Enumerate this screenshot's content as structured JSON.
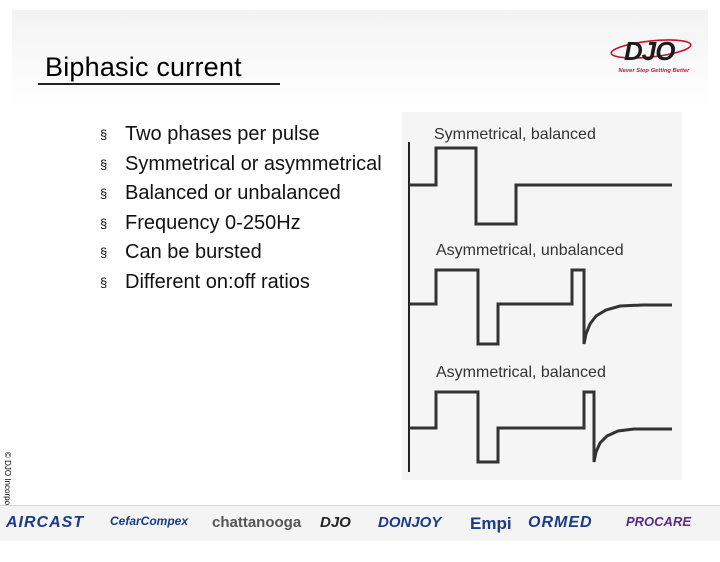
{
  "slide": {
    "title": "Biphasic current",
    "bullets": [
      "Two phases per pulse",
      "Symmetrical or asymmetrical",
      "Balanced or unbalanced",
      "Frequency 0-250Hz",
      "Can be bursted",
      "Different on:off ratios"
    ],
    "bullet_marker": "§"
  },
  "logo": {
    "name": "DJO",
    "tagline": "Never Stop Getting Better"
  },
  "diagram": {
    "labels": [
      "Symmetrical, balanced",
      "Asymmetrical, unbalanced",
      "Asymmetrical, balanced"
    ]
  },
  "copyright": "© DJO Incorporated",
  "footer_brands": [
    "AIRCAST",
    "CefarCompex",
    "chattanooga",
    "DJO",
    "DONJOY",
    "Empi",
    "ORMED",
    "PROCARE"
  ]
}
